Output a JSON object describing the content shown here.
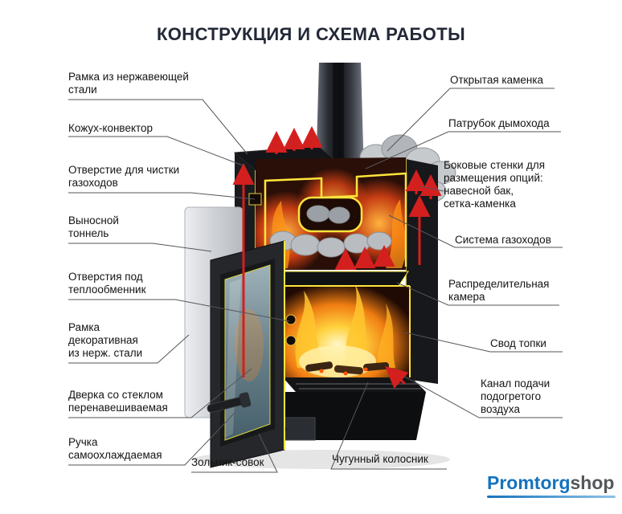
{
  "title": "КОНСТРУКЦИЯ И СХЕМА РАБОТЫ",
  "labels": {
    "left": [
      {
        "id": "stainless-steel-frame",
        "text": "Рамка из нержавеющей\nстали"
      },
      {
        "id": "convector-casing",
        "text": "Кожух-конвектор"
      },
      {
        "id": "flue-cleaning-opening",
        "text": "Отверстие для чистки\nгазоходов"
      },
      {
        "id": "extension-tunnel",
        "text": "Выносной\nтоннель"
      },
      {
        "id": "heat-exchanger-openings",
        "text": "Отверстия под\nтеплообменник"
      },
      {
        "id": "decorative-frame",
        "text": "Рамка\nдекоративная\nиз нерж. стали"
      },
      {
        "id": "glass-door",
        "text": "Дверка со стеклом\nперенавешиваемая"
      },
      {
        "id": "self-cooling-handle",
        "text": "Ручка\nсамоохлаждаемая"
      }
    ],
    "right": [
      {
        "id": "open-stove-rocks",
        "text": "Открытая каменка"
      },
      {
        "id": "chimney-pipe",
        "text": "Патрубок дымохода"
      },
      {
        "id": "side-walls-options",
        "text": "Боковые стенки для\nразмещения опций:\nнавесной  бак,\nсетка-каменка"
      },
      {
        "id": "flue-system",
        "text": "Система газоходов"
      },
      {
        "id": "distribution-chamber",
        "text": "Распределительная\nкамера"
      },
      {
        "id": "firebox-arch",
        "text": "Свод  топки"
      },
      {
        "id": "heated-air-channel",
        "text": "Канал подачи\nподогретого\nвоздуха"
      }
    ],
    "bottom": [
      {
        "id": "ash-pan-scoop",
        "text": "Зольник-совок"
      },
      {
        "id": "cast-iron-grate",
        "text": "Чугунный колосник"
      }
    ]
  },
  "logo": {
    "primary": "Promtorg",
    "secondary": "shop"
  },
  "colors": {
    "accent_blue": "#1573bd",
    "arrow_red": "#d41f1f",
    "outline_yellow": "#ffe43c",
    "label_text": "#141414",
    "leader_line": "#55565a",
    "title_text": "#222836"
  }
}
